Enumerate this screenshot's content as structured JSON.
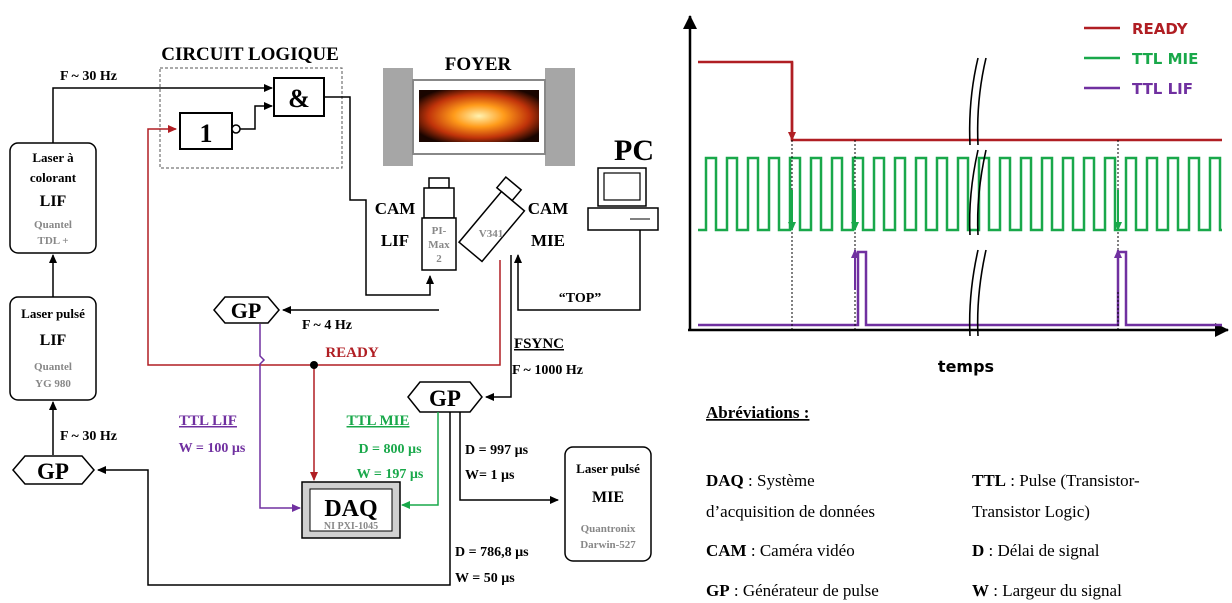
{
  "diagram": {
    "circuit_title": "CIRCUIT LOGIQUE",
    "and_gate": "&",
    "not_gate": "1",
    "foyer": "FOYER",
    "pc": "PC",
    "laser_colorant": {
      "line1": "Laser à",
      "line2": "colorant",
      "name": "LIF",
      "model1": "Quantel",
      "model2": "TDL +"
    },
    "laser_pulse_lif": {
      "line1": "Laser pulsé",
      "name": "LIF",
      "model1": "Quantel",
      "model2": "YG 980"
    },
    "laser_pulse_mie": {
      "line1": "Laser pulsé",
      "name": "MIE",
      "model1": "Quantronix",
      "model2": "Darwin-527"
    },
    "cam_lif": {
      "cam": "CAM",
      "name": "LIF",
      "device1": "PI-",
      "device2": "Max",
      "device3": "2"
    },
    "cam_mie": {
      "cam": "CAM",
      "name": "MIE",
      "device": "V341"
    },
    "gp_label": "GP",
    "daq": {
      "name": "DAQ",
      "model": "NI PXI-1045"
    },
    "freq_colorant": "F ~ 30 Hz",
    "freq_pulse": "F ~ 30 Hz",
    "freq_gp_top": "F ~ 4 Hz",
    "fsync": "FSYNC",
    "freq_fsync": "F ~ 1000 Hz",
    "top": "“TOP”",
    "ready": "READY",
    "ttl_lif": "TTL LIF",
    "ttl_lif_w": "W = 100 µs",
    "ttl_mie": "TTL MIE",
    "ttl_mie_d": "D = 800 µs",
    "ttl_mie_w": "W = 197 µs",
    "mie_laser_d": "D = 997 µs",
    "mie_laser_w": "W= 1 µs",
    "lif_d": "D = 786,8 µs",
    "lif_w": "W = 50 µs"
  },
  "timing": {
    "legend": [
      {
        "label": "READY",
        "color": "#b01e23"
      },
      {
        "label": "TTL MIE",
        "color": "#19a84a"
      },
      {
        "label": "TTL LIF",
        "color": "#7030a0"
      }
    ],
    "xlabel": "temps"
  },
  "abbreviations": {
    "title": "Abréviations :",
    "items": [
      {
        "key": "DAQ",
        "text1": " : Système",
        "text2": "d’acquisition de données"
      },
      {
        "key": "TTL",
        "text1": " : Pulse (Transistor-",
        "text2": "Transistor Logic)"
      },
      {
        "key": "CAM",
        "text1": " : Caméra vidéo"
      },
      {
        "key": "D",
        "text1": " : Délai de signal"
      },
      {
        "key": "GP",
        "text1": " : Générateur de pulse"
      },
      {
        "key": "W",
        "text1": " : Largeur du signal"
      }
    ]
  }
}
